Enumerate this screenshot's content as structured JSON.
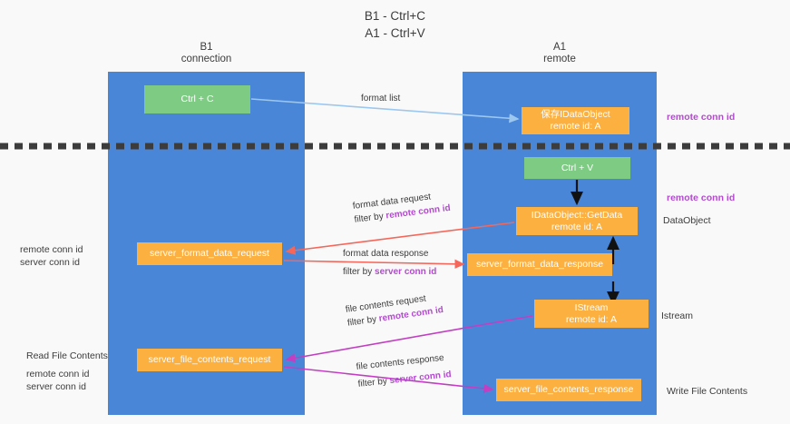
{
  "title": {
    "line1": "B1 - Ctrl+C",
    "line2": "A1 - Ctrl+V"
  },
  "columns": [
    {
      "name": "b1",
      "head_line1": "B1",
      "head_line2": "connection",
      "color": "#4a86d8"
    },
    {
      "name": "a1",
      "head_line1": "A1",
      "head_line2": "remote",
      "color": "#4a86d8"
    }
  ],
  "colors": {
    "column_blue": "#4a86d8",
    "node_green": "#7ecb84",
    "node_orange": "#fbb040",
    "purple": "#b44ad0",
    "green_text": "#62b36a",
    "arrow_lightblue": "#9cc7ef",
    "arrow_red": "#f4675a",
    "arrow_magenta": "#c23fc2",
    "arrow_black": "#000000",
    "divider": "#3c3c3c",
    "background": "#f9f9f9"
  },
  "nodes": {
    "ctrl_c": {
      "line1": "Ctrl + C",
      "line2": ""
    },
    "ctrl_v": {
      "line1": "Ctrl + V",
      "line2": ""
    },
    "idataobject_saved": {
      "line1": "保存IDataObject",
      "line2": "remote id: A"
    },
    "idataobject_getdata": {
      "line1": "IDataObject::GetData",
      "line2": "remote id: A"
    },
    "server_format_data_request": {
      "line1": "server_format_data_request",
      "line2": ""
    },
    "server_format_data_response": {
      "line1": "server_format_data_response",
      "line2": ""
    },
    "istream": {
      "line1": "IStream",
      "line2": "remote id: A"
    },
    "server_file_contents_request": {
      "line1": "server_file_contents_request",
      "line2": ""
    },
    "server_file_contents_response": {
      "line1": "server_file_contents_response",
      "line2": ""
    }
  },
  "right_labels": {
    "remote_conn_id_top": "remote conn id",
    "remote_conn_id_mid": "remote conn id",
    "dataobject": "DataObject",
    "istream": "Istream",
    "write_file_contents": "Write File Contents"
  },
  "left_labels": {
    "group1_line1": "remote conn id",
    "group1_line2": "server conn id",
    "read_file_contents": "Read File Contents",
    "group2_line1": "remote conn id",
    "group2_line2": "server conn id"
  },
  "edge_labels": {
    "format_list": "format list",
    "format_data_request": "format data request",
    "format_data_request_filter_prefix": "filter by ",
    "format_data_request_filter_key": "remote conn id",
    "format_data_response": "format data response",
    "format_data_response_filter_prefix": "filter by ",
    "format_data_response_filter_key": "server conn id",
    "file_contents_request": "file contents request",
    "file_contents_request_filter_prefix": "filter by ",
    "file_contents_request_filter_key": "remote conn id",
    "file_contents_response": "file contents response",
    "file_contents_response_filter_prefix": "filter by ",
    "file_contents_response_filter_key": "server conn id"
  }
}
